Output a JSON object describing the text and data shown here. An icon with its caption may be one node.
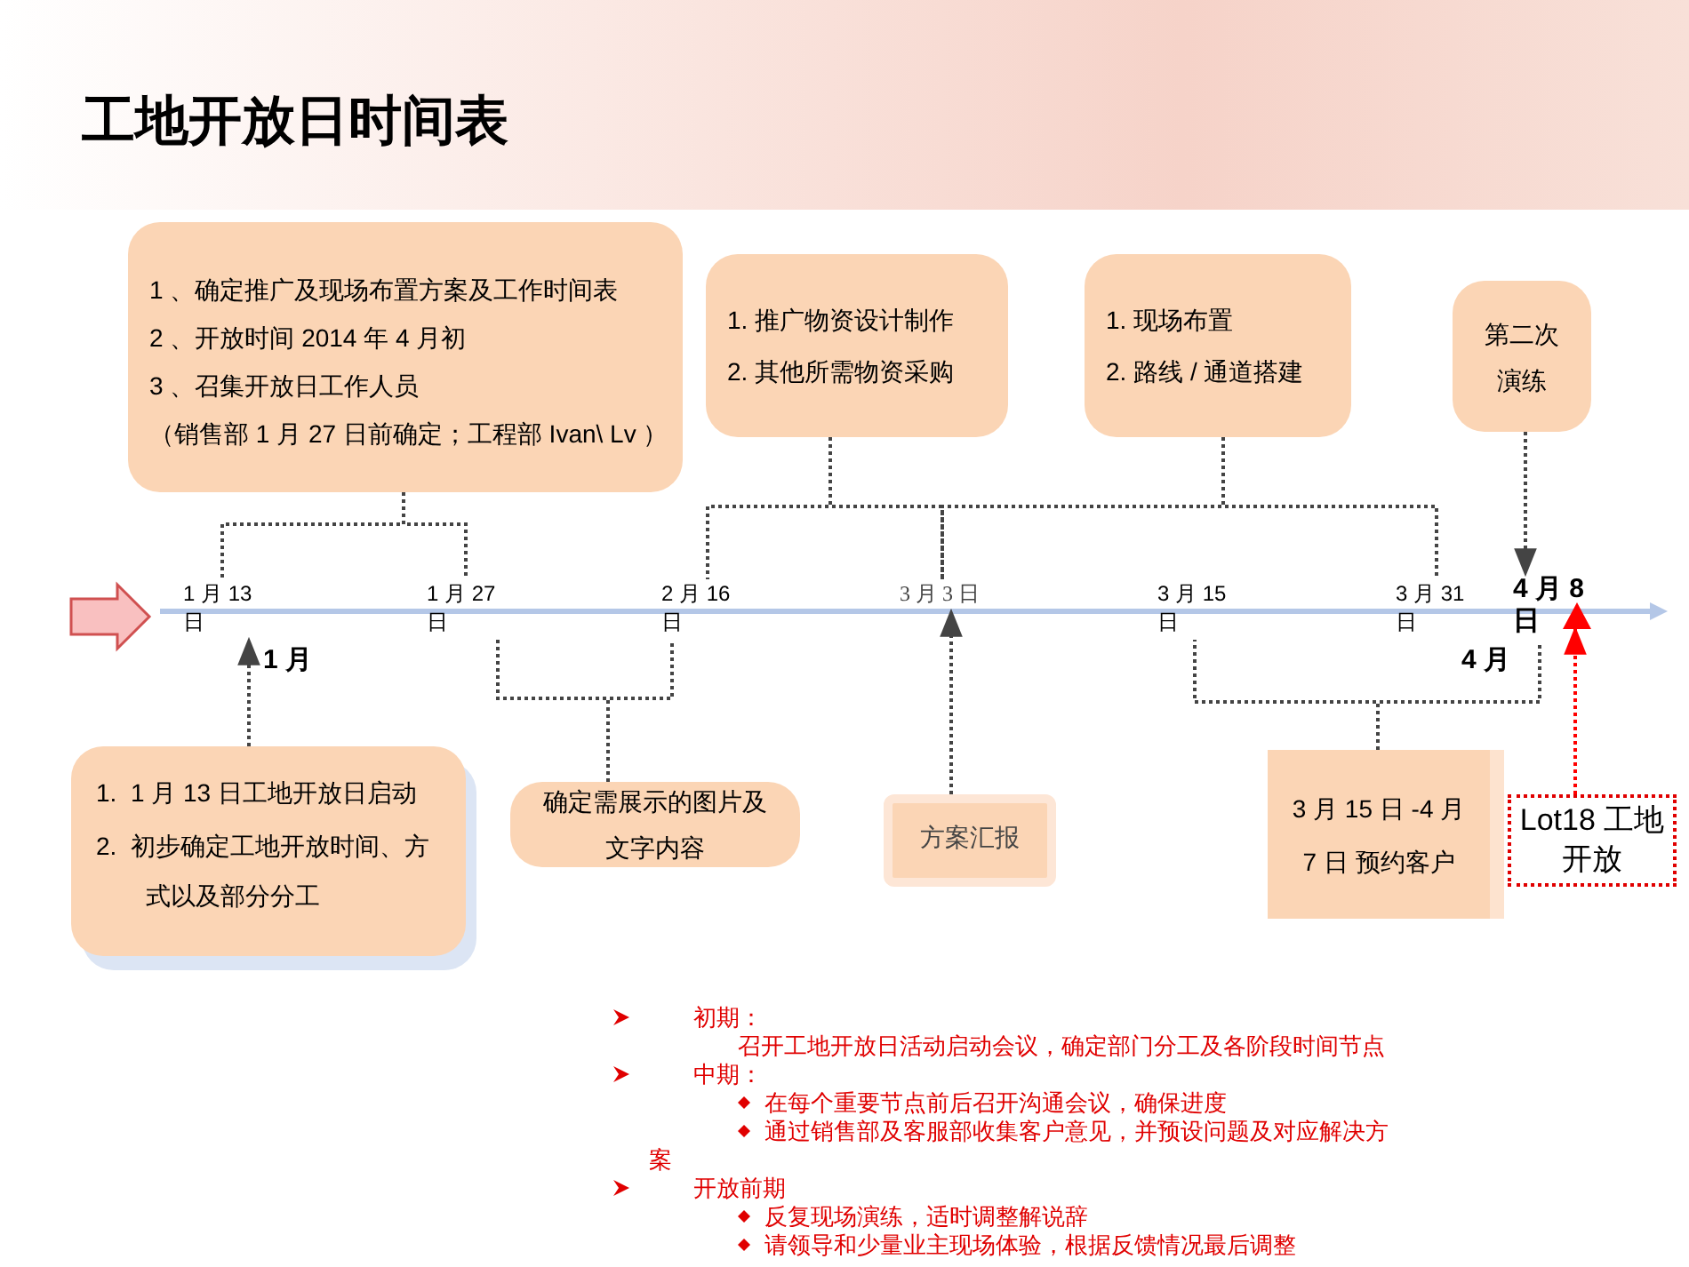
{
  "diagram": {
    "title": "工地开放日时间表",
    "nodes": [
      {
        "text": [
          "1 、确定推广及现场布置方案及工作时间表",
          "2 、开放时间 2014 年 4 月初",
          "3 、召集开放日工作人员",
          "（销售部 1 月 27 日前确定；工程部 Ivan\\ Lv ）"
        ]
      },
      {
        "text": [
          "1. 推广物资设计制作",
          "2. 其他所需物资采购"
        ]
      },
      {
        "text": [
          "1.  现场布置",
          "2.  路线 / 通道搭建"
        ]
      },
      {
        "text": [
          "第二次演练"
        ]
      },
      {
        "text": [
          "1 月 13 日"
        ]
      },
      {
        "text": [
          "1 月 27 日"
        ]
      },
      {
        "text": [
          "2 月 16 日"
        ]
      },
      {
        "text": [
          "3 月 3 日"
        ]
      },
      {
        "text": [
          "3 月 15 日"
        ]
      },
      {
        "text": [
          "3 月 31 日"
        ]
      },
      {
        "text": [
          "4 月 8 日"
        ]
      },
      {
        "text": [
          "1.  1 月 13 日工地开放日启动",
          "2.  初步确定工地开放时间、方式以及部分分工"
        ]
      },
      {
        "text": [
          "确定需展示的图片及文字内容"
        ]
      },
      {
        "text": [
          "方案汇报"
        ]
      },
      {
        "text": [
          "3 月 15 日 -4 月 7 日 预约客户"
        ]
      },
      {
        "text": [
          "Lot18 工地开放"
        ]
      },
      {
        "text": [],
        "shape": "triangle"
      }
    ],
    "edges": [
      {
        "from": 0,
        "to": 4,
        "arrow": "none",
        "style": "dashed"
      },
      {
        "from": 0,
        "to": 5,
        "arrow": "none",
        "style": "dashed"
      },
      {
        "from": 1,
        "to": 6,
        "arrow": "none",
        "style": "dashed"
      },
      {
        "from": 1,
        "to": 7,
        "arrow": "none",
        "style": "dashed"
      },
      {
        "from": 2,
        "to": 7,
        "arrow": "none",
        "style": "dashed"
      },
      {
        "from": 2,
        "to": 9,
        "arrow": "none",
        "style": "dashed"
      },
      {
        "from": 3,
        "to": 10,
        "arrow": "to",
        "style": "dashed"
      },
      {
        "from": 11,
        "to": 4,
        "arrow": "to",
        "style": "dashed"
      },
      {
        "from": 12,
        "to": 5,
        "arrow": "none",
        "style": "dashed"
      },
      {
        "from": 12,
        "to": 6,
        "arrow": "none",
        "style": "dashed"
      },
      {
        "from": 13,
        "to": 7,
        "arrow": "to",
        "style": "dashed"
      },
      {
        "from": 14,
        "to": 8,
        "arrow": "none",
        "style": "dashed"
      },
      {
        "from": 14,
        "to": 10,
        "arrow": "none",
        "style": "dashed"
      },
      {
        "from": 15,
        "to": 16,
        "arrow": "to",
        "style": "dashed",
        "color": "#ff0000"
      }
    ],
    "labels": [
      "1 月",
      "4 月",
      "初期：",
      "召开工地开放日活动启动会议，确定部门分工及各阶段时间节点",
      "中期：",
      "在每个重要节点前后召开沟通会议，确保进度",
      "通过销售部及客服部收集客户意见，并预设问题及对应解决方案",
      "开放前期",
      "反复现场演练，适时调整解说辞",
      "请领导和少量业主现场体验，根据反馈情况最后调整"
    ]
  }
}
